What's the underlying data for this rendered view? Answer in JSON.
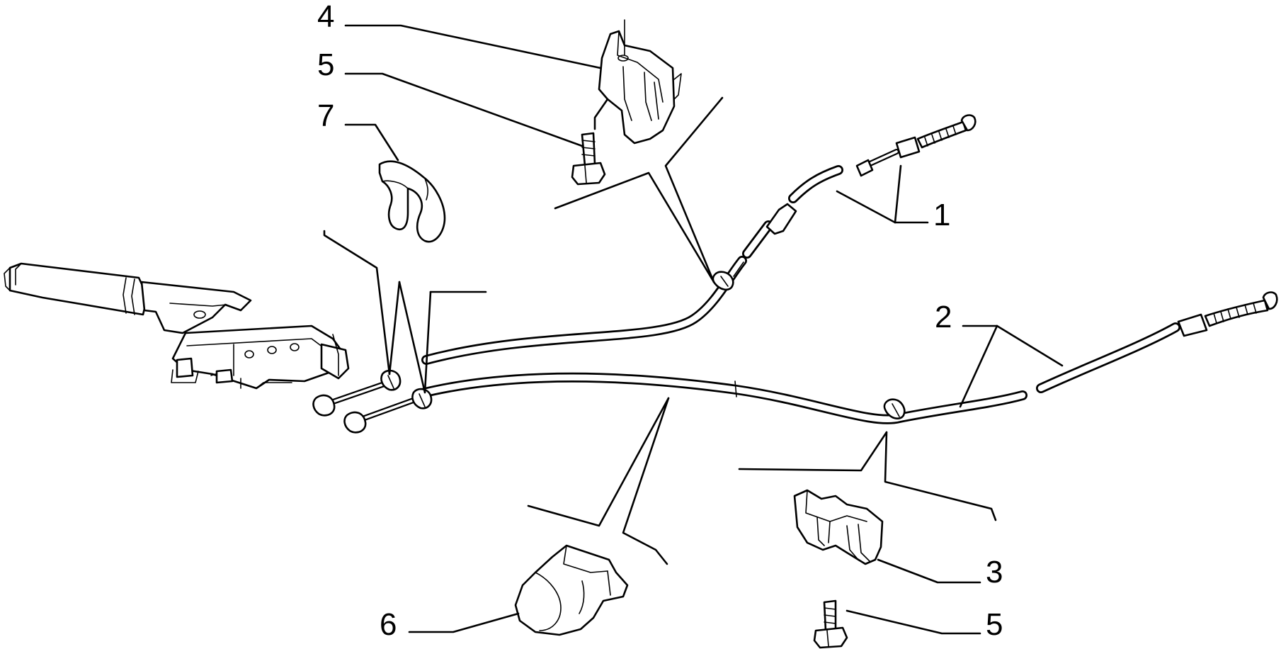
{
  "callouts": {
    "c1": "1",
    "c2": "2",
    "c3": "3",
    "c4": "4",
    "c5a": "5",
    "c5b": "5",
    "c6": "6",
    "c7": "7"
  }
}
